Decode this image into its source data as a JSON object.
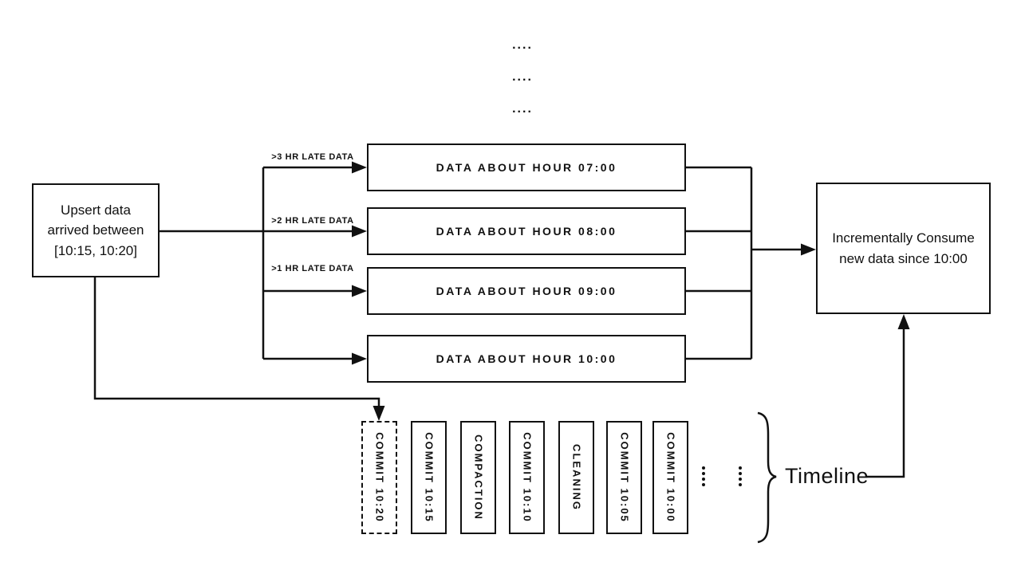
{
  "diagram": {
    "top_ellipsis": {
      "rows": [
        "....",
        "....",
        "...."
      ]
    },
    "upsert_box": {
      "line1": "Upsert data",
      "line2": "arrived between",
      "line3": "[10:15, 10:20]"
    },
    "branch_labels": {
      "late_3hr": ">3 HR LATE DATA",
      "late_2hr": ">2 HR LATE DATA",
      "late_1hr": ">1 HR LATE DATA"
    },
    "hour_boxes": {
      "h07": "DATA ABOUT HOUR 07:00",
      "h08": "DATA ABOUT HOUR 08:00",
      "h09": "DATA ABOUT HOUR 09:00",
      "h10": "DATA ABOUT HOUR 10:00"
    },
    "consume_box": {
      "line1": "Incrementally Consume",
      "line2": "new data since 10:00"
    },
    "timeline": {
      "label": "Timeline",
      "commits": [
        {
          "label": "COMMIT 10:20",
          "style": "dashed"
        },
        {
          "label": "COMMIT 10:15",
          "style": "solid"
        },
        {
          "label": "COMPACTION",
          "style": "solid"
        },
        {
          "label": "COMMIT 10:10",
          "style": "solid"
        },
        {
          "label": "CLEANING",
          "style": "solid"
        },
        {
          "label": "COMMIT 10:05",
          "style": "solid"
        },
        {
          "label": "COMMIT 10:00",
          "style": "solid"
        }
      ]
    },
    "colors": {
      "ink": "#111111",
      "background": "#ffffff"
    }
  }
}
